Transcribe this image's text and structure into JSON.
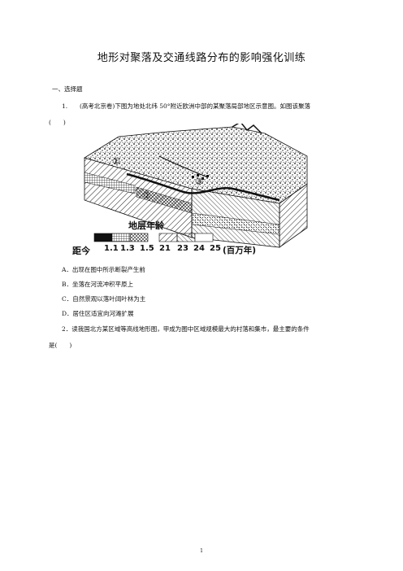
{
  "title": "地形对聚落及交通线路分布的影响强化训练",
  "section_heading": "一、选择题",
  "q1": {
    "number": "1.",
    "text_line1": "(高考北京卷)下图为地处北纬 50°附近欧洲中部的某聚落局部地区示意图。如图该聚落",
    "text_line2": "(　　)"
  },
  "figure": {
    "markers": [
      "①",
      "②",
      "③"
    ],
    "legend_title": "地层年龄",
    "legend_prefix": "距今",
    "legend_ticks": [
      "1.1",
      "1.3",
      "1.5",
      "21",
      "23",
      "24",
      "25"
    ],
    "legend_unit": "(百万年)"
  },
  "options": [
    "A．出现在图中所示断裂产生前",
    "B．坐落在河流冲积平原上",
    "C．自然景观以落叶阔叶林为主",
    "D．居住区适宜向河滩扩展"
  ],
  "q2": {
    "text_line1": "2．读我国北方某区域等高线地形图，甲成为图中区域规模最大的村落和集市，最主要的条件",
    "text_line2": "是(　　)"
  },
  "page_number": "1"
}
